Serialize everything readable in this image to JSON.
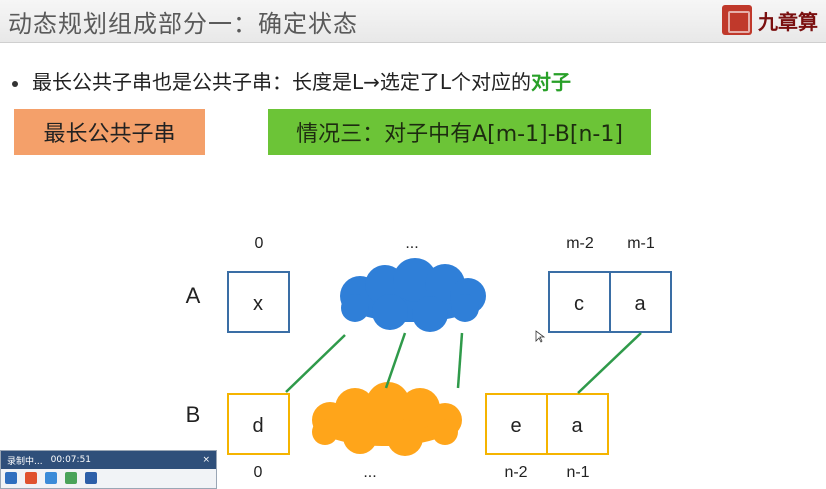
{
  "header": {
    "title": "动态规划组成部分一：确定状态",
    "logo_text": "九章算"
  },
  "bullet": {
    "text_main": "最长公共子串也是公共子串：长度是L→选定了L个对应的",
    "text_green": "对子"
  },
  "labels": {
    "orange": "最长公共子串",
    "green": "情况三：对子中有A[m-1]-B[n-1]"
  },
  "diagram": {
    "row_a": "A",
    "row_b": "B",
    "a_index_0": "0",
    "a_index_dots": "...",
    "a_index_m2": "m-2",
    "a_index_m1": "m-1",
    "a_cell_0": "x",
    "a_cell_c": "c",
    "a_cell_a": "a",
    "b_cell_0": "d",
    "b_cell_e": "e",
    "b_cell_a": "a",
    "b_index_0": "0",
    "b_index_dots": "...",
    "b_index_n2": "n-2",
    "b_index_n1": "n-1"
  },
  "recorder": {
    "status": "录制中...",
    "time": "00:07:51",
    "close": "×"
  },
  "colors": {
    "blue": "#3a6ea5",
    "orange": "#f5b400",
    "green": "#2f9a4a",
    "cloud_blue": "#2f7fd8",
    "cloud_orange": "#ffa51a"
  }
}
